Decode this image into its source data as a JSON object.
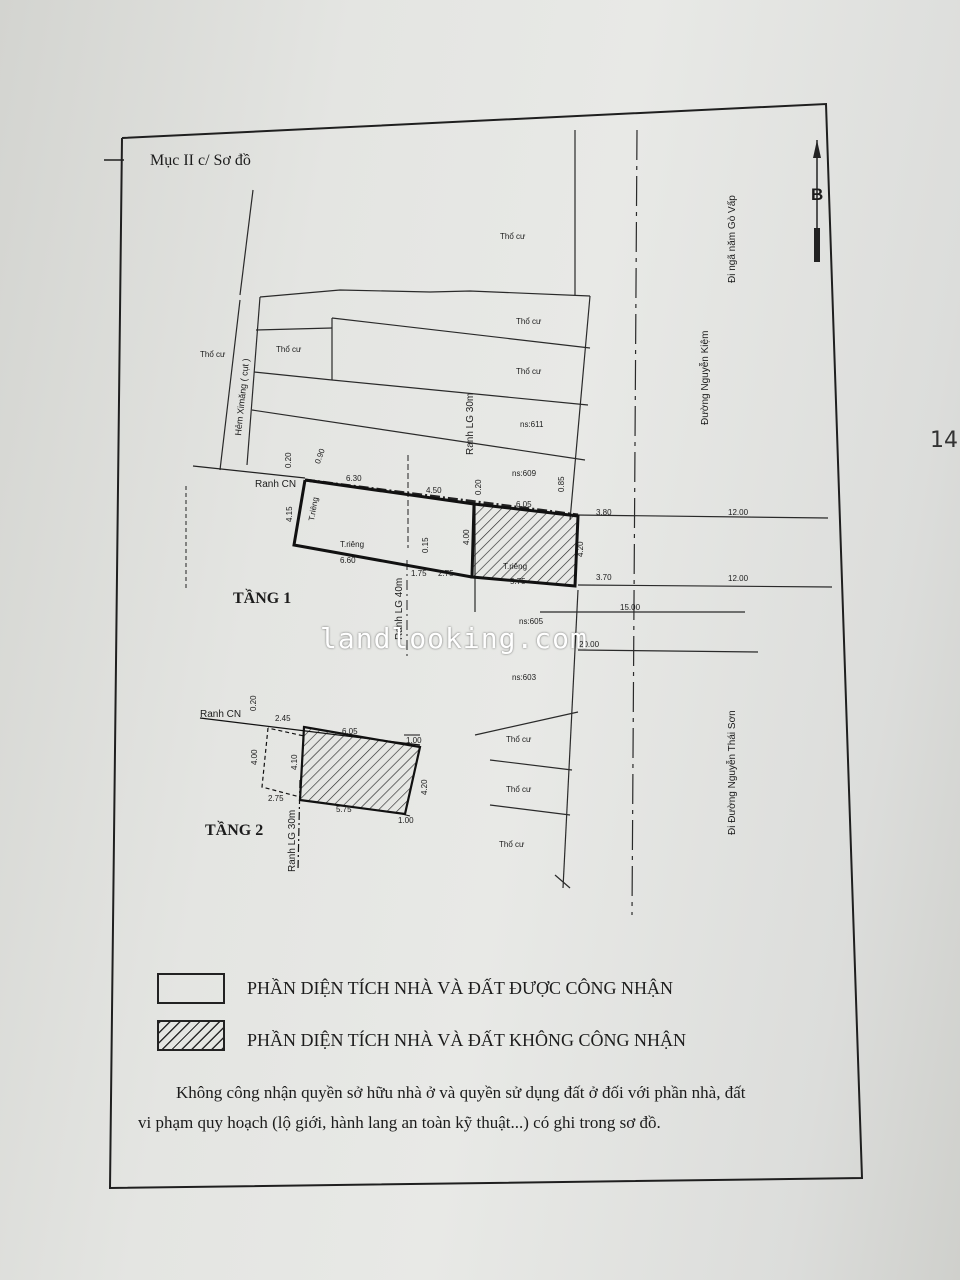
{
  "header": {
    "title": "Mục II c/ Sơ đồ"
  },
  "north_arrow": {
    "label": "B"
  },
  "side_number": "14",
  "floors": {
    "floor1": "TẦNG 1",
    "floor2": "TẦNG 2"
  },
  "watermark": "landlooking.com",
  "roads": {
    "road_main": "Đường Nguyễn Kiệm",
    "road_main_dir": "Đi ngã năm Gò Vấp",
    "road_south": "Đi Đường Nguyễn Thái Sơn",
    "alley": "Hẻm Ximăng ( cụt )"
  },
  "labels": {
    "tho_cu": "Thổ cư",
    "parcel_611": "ns:611",
    "parcel_609": "ns:609",
    "parcel_605": "ns:605",
    "parcel_603": "ns:603",
    "ranh_cn": "Ranh CN",
    "ranh_lg_30": "Ranh LG 30m",
    "ranh_lg_40": "Ranh LG 40m",
    "t_rieng": "T.riêng"
  },
  "dimensions": {
    "d_0_20": "0.20",
    "d_0_90": "0.90",
    "d_6_30": "6.30",
    "d_4_50": "4.50",
    "d_6_05": "6.05",
    "d_0_85": "0.85",
    "d_3_80": "3.80",
    "d_12_00": "12.00",
    "d_4_15": "4.15",
    "d_4_00": "4.00",
    "d_4_20": "4.20",
    "d_6_60": "6.60",
    "d_0_15": "0.15",
    "d_1_75": "1.75",
    "d_2_75": "2.75",
    "d_5_75": "5.75",
    "d_3_70": "3.70",
    "d_15_00": "15.00",
    "d_20_00": "20.00",
    "d_2_45": "2.45",
    "d_1_00": "1.00",
    "d_4_10": "4.10"
  },
  "legend": {
    "recognized": "PHẦN DIỆN TÍCH NHÀ VÀ ĐẤT ĐƯỢC CÔNG NHẬN",
    "not_recognized": "PHẦN DIỆN TÍCH NHÀ VÀ ĐẤT KHÔNG CÔNG NHẬN"
  },
  "note": {
    "line1": "Không công nhận quyền sở hữu nhà ở và quyền sử dụng đất ở đối với phần nhà, đất",
    "line2": "vi phạm quy hoạch (lộ giới, hành lang an toàn kỹ thuật...) có ghi trong sơ đồ."
  },
  "colors": {
    "ink": "#1c1c1c",
    "paper": "#e4e5e2"
  }
}
